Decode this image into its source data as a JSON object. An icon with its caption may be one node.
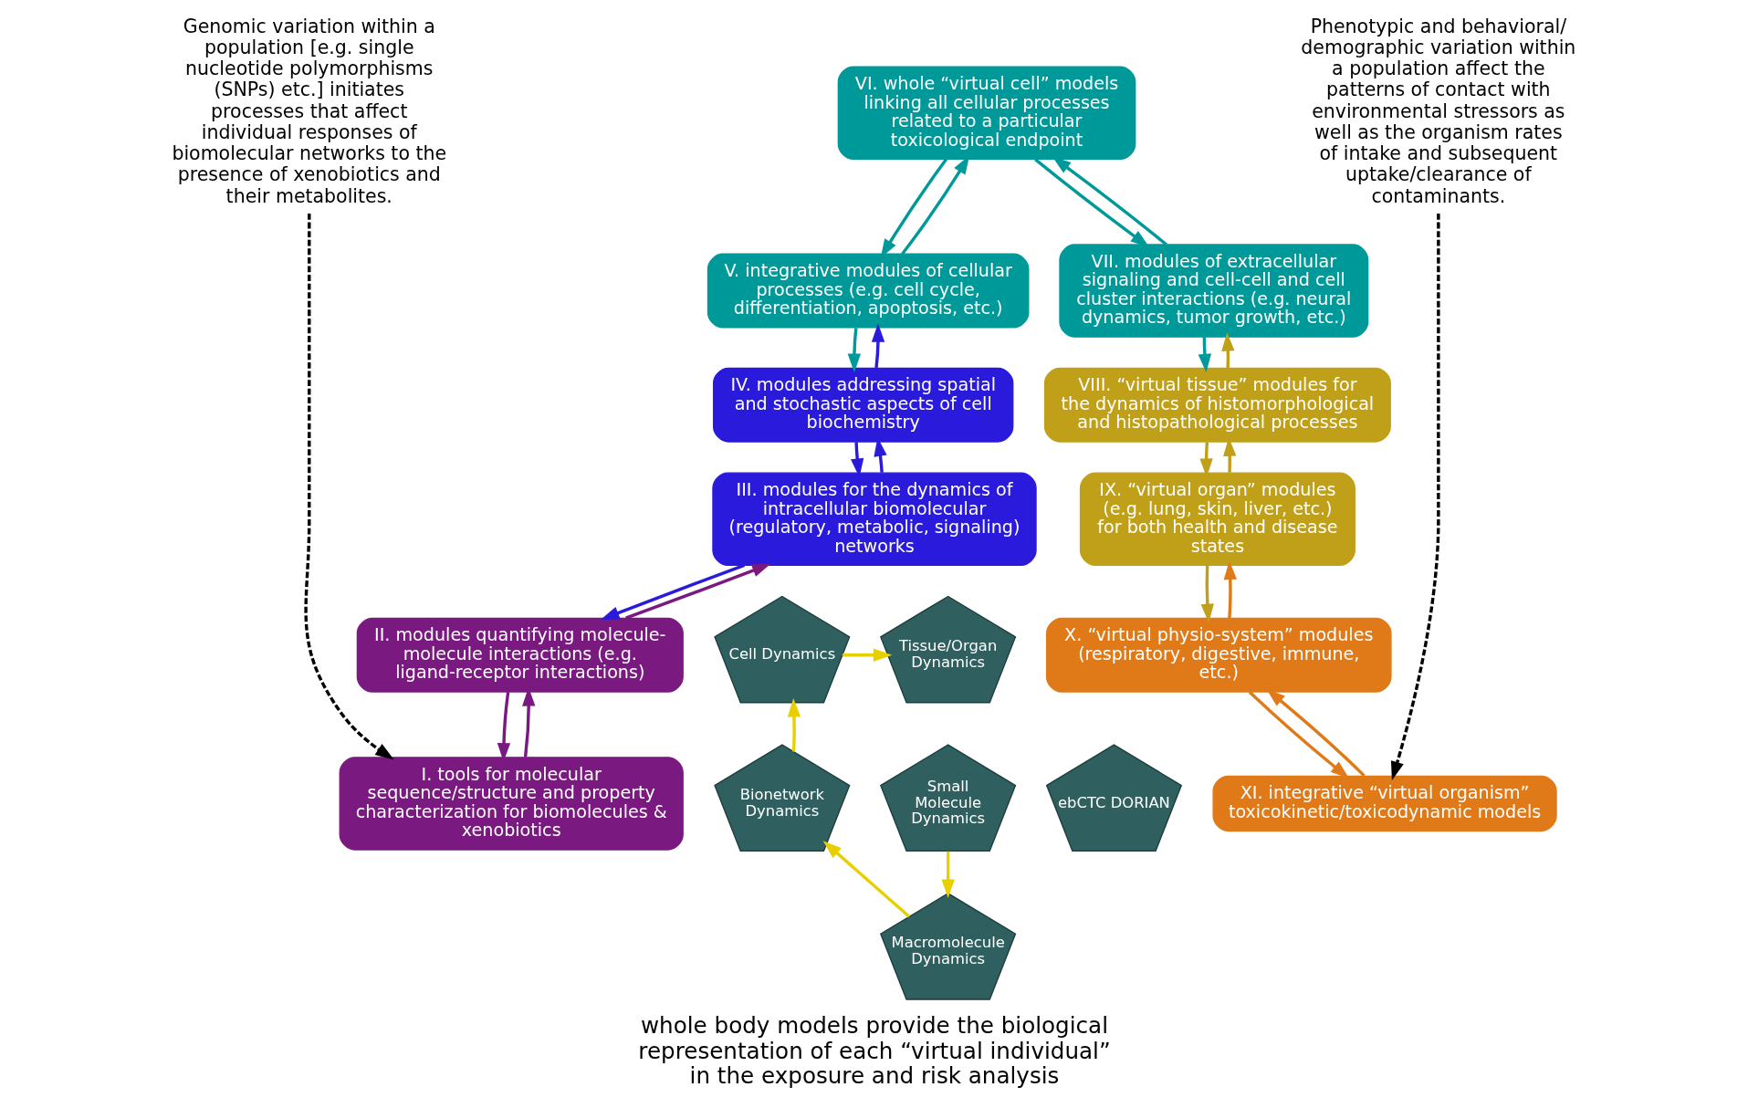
{
  "diagram": {
    "caption": "whole body models provide the biological representation of each “virtual individual” in the exposure and risk analysis",
    "nodes": [
      {
        "text": [
          "Genomic variation within a population [e.g. single nucleotide polymorphisms (SNPs) etc.] initiates processes that affect individual responses of biomolecular networks to the presence of xenobiotics and their metabolites."
        ]
      },
      {
        "text": [
          "VI. whole “virtual cell” models linking all cellular processes related to a particular toxicological endpoint"
        ]
      },
      {
        "text": [
          "V. integrative modules of cellular processes (e.g. cell cycle, differentiation, apoptosis, etc.)"
        ]
      },
      {
        "text": [
          "VII. modules of extracellular signaling and cell-cell and cell cluster interactions (e.g. neural dynamics, tumor growth, etc.)"
        ]
      },
      {
        "text": [
          "IV. modules addressing spatial and stochastic aspects of cell biochemistry"
        ]
      },
      {
        "text": [
          "VIII. “virtual tissue” modules for the dynamics of histomorphological and histopathological processes"
        ]
      },
      {
        "text": [
          "III. modules for the dynamics of intracellular biomolecular (regulatory, metabolic, signaling) networks"
        ]
      },
      {
        "text": [
          "IX. “virtual organ” modules (e.g. lung, skin, liver, etc.) for both health and disease states"
        ]
      },
      {
        "text": [
          "II. modules quantifying molecule-molecule interactions (e.g. ligand-receptor interactions)"
        ]
      },
      {
        "text": [
          "X. “virtual physio-system” modules (respiratory, digestive, immune, etc.)"
        ]
      },
      {
        "text": [
          "I. tools for molecular sequence/structure and property characterization for biomolecules & xenobiotics"
        ]
      },
      {
        "text": [
          "XI. integrative “virtual organism” toxicokinetic/toxicodynamic models"
        ]
      },
      {
        "text": [
          "Phenotypic and behavioral/ demographic variation within a population affect the patterns of contact with environmental stressors as well as the organism rates of intake and subsequent uptake/clearance of contaminants."
        ]
      },
      {
        "text": [
          "Tissue/Organ Dynamics"
        ]
      },
      {
        "text": [
          "Cell Dynamics"
        ]
      },
      {
        "text": [
          "ebCTC DORIAN"
        ]
      },
      {
        "text": [
          "Small Molecule Dynamics"
        ]
      },
      {
        "text": [
          "Bionetwork Dynamics"
        ]
      },
      {
        "text": [
          "Macromolecule Dynamics"
        ]
      }
    ],
    "edges": [
      {
        "from": 1,
        "to": 2,
        "arrow": "to",
        "color": "#009999"
      },
      {
        "from": 2,
        "to": 1,
        "arrow": "to",
        "color": "#009999"
      },
      {
        "from": 1,
        "to": 3,
        "arrow": "to",
        "color": "#009999"
      },
      {
        "from": 3,
        "to": 1,
        "arrow": "to",
        "color": "#009999"
      },
      {
        "from": 2,
        "to": 4,
        "arrow": "to",
        "color": "#009999"
      },
      {
        "from": 4,
        "to": 2,
        "arrow": "to",
        "color": "#2a1adb"
      },
      {
        "from": 4,
        "to": 6,
        "arrow": "to",
        "color": "#2a1adb"
      },
      {
        "from": 6,
        "to": 4,
        "arrow": "to",
        "color": "#2a1adb"
      },
      {
        "from": 6,
        "to": 8,
        "arrow": "to",
        "color": "#2a1adb"
      },
      {
        "from": 8,
        "to": 6,
        "arrow": "to",
        "color": "#7a1a80"
      },
      {
        "from": 8,
        "to": 10,
        "arrow": "to",
        "color": "#7a1a80"
      },
      {
        "from": 10,
        "to": 8,
        "arrow": "to",
        "color": "#7a1a80"
      },
      {
        "from": 3,
        "to": 5,
        "arrow": "to",
        "color": "#009999"
      },
      {
        "from": 5,
        "to": 3,
        "arrow": "to",
        "color": "#c0a018"
      },
      {
        "from": 5,
        "to": 7,
        "arrow": "to",
        "color": "#c0a018"
      },
      {
        "from": 7,
        "to": 5,
        "arrow": "to",
        "color": "#c0a018"
      },
      {
        "from": 7,
        "to": 9,
        "arrow": "to",
        "color": "#c0a018"
      },
      {
        "from": 9,
        "to": 7,
        "arrow": "to",
        "color": "#e07a18"
      },
      {
        "from": 9,
        "to": 11,
        "arrow": "to",
        "color": "#e07a18"
      },
      {
        "from": 11,
        "to": 9,
        "arrow": "to",
        "color": "#e07a18"
      },
      {
        "from": 0,
        "to": 10,
        "arrow": "to",
        "style": "dashed",
        "color": "#000000"
      },
      {
        "from": 12,
        "to": 11,
        "arrow": "to",
        "style": "dashed",
        "color": "#000000"
      },
      {
        "from": 14,
        "to": 13,
        "arrow": "to",
        "color": "#e8d000"
      },
      {
        "from": 17,
        "to": 14,
        "arrow": "to",
        "color": "#e8d000"
      },
      {
        "from": 18,
        "to": 17,
        "arrow": "to",
        "color": "#e8d000"
      },
      {
        "from": 16,
        "to": 18,
        "arrow": "to",
        "color": "#e8d000"
      }
    ]
  }
}
